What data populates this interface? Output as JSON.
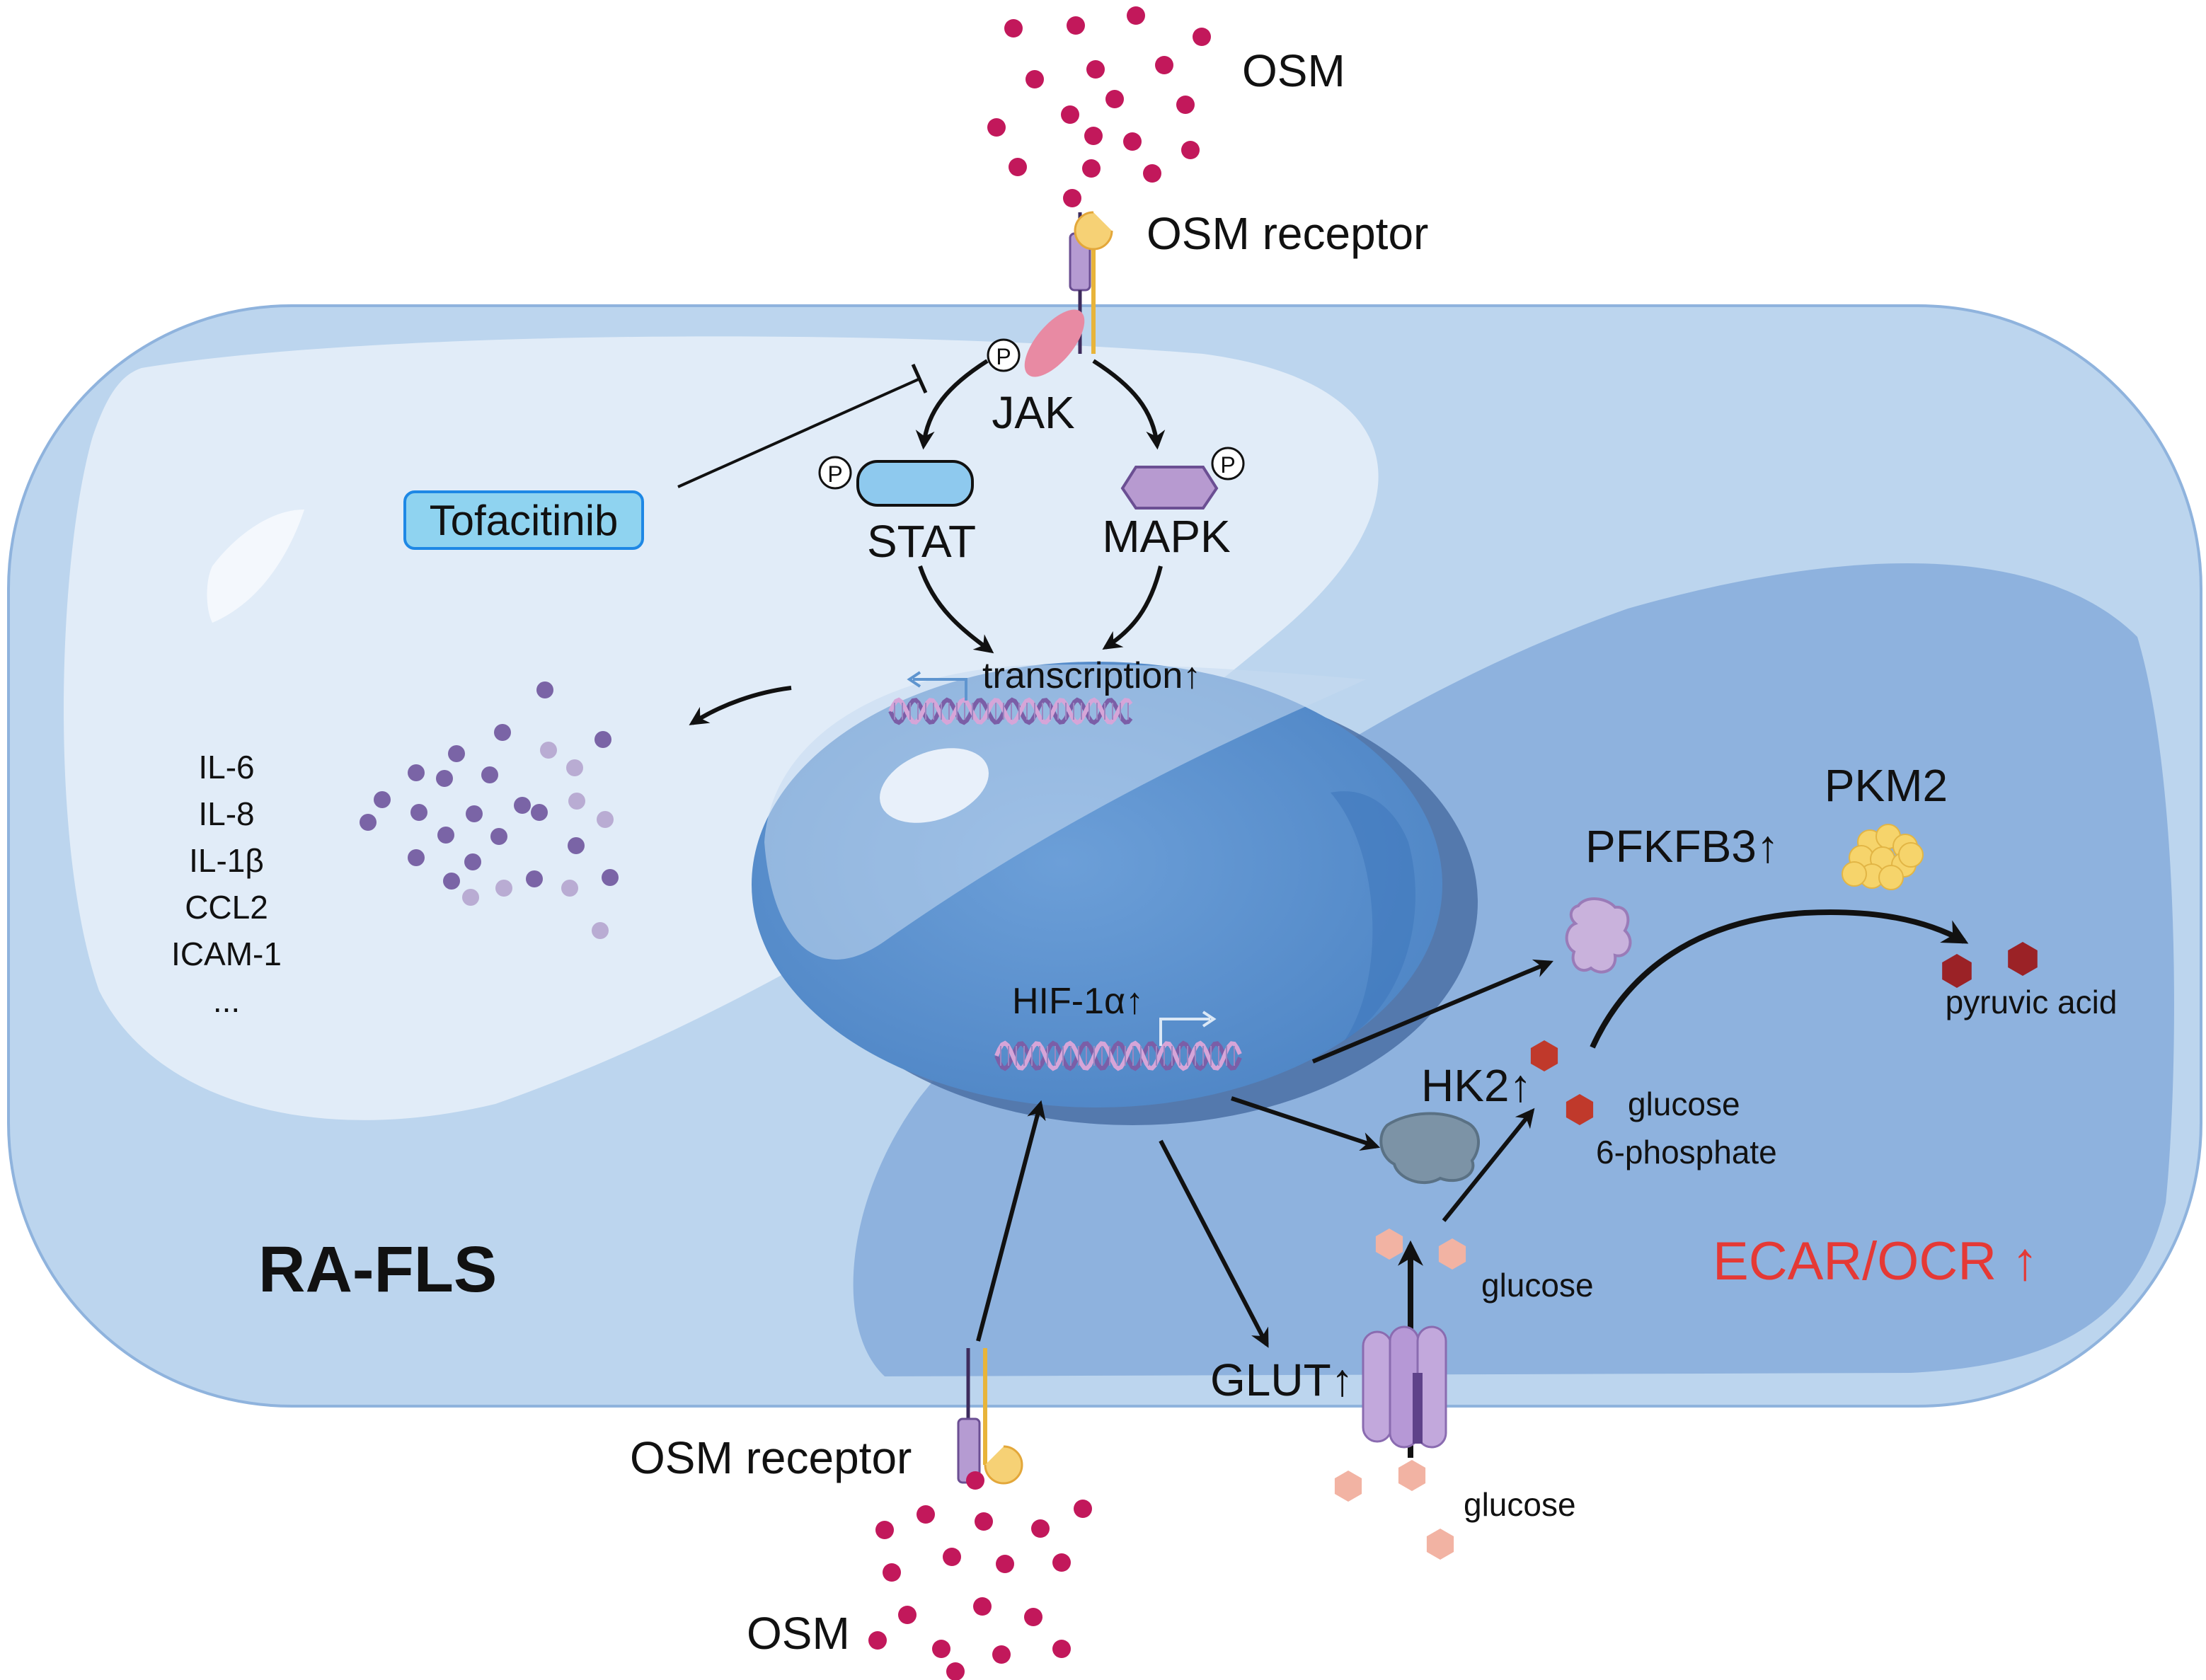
{
  "labels": {
    "osm_top": "OSM",
    "osm_receptor_top": "OSM receptor",
    "jak": "JAK",
    "tofacitinib": "Tofacitinib",
    "stat": "STAT",
    "mapk": "MAPK",
    "transcription": "transcription↑",
    "cytokines": [
      "IL-6",
      "IL-8",
      "IL-1β",
      "CCL2",
      "ICAM-1",
      "..."
    ],
    "pkm2": "PKM2",
    "pfkfb3": "PFKFB3↑",
    "hif": "HIF-1α↑",
    "hk2": "HK2↑",
    "g6p_line1": "glucose",
    "g6p_line2": "6-phosphate",
    "pyruvic": "pyruvic acid",
    "glucose_inside": "glucose",
    "ecar": "ECAR/OCR ↑",
    "ra_fls": "RA-FLS",
    "glut": "GLUT↑",
    "osm_receptor_bottom": "OSM receptor",
    "glucose_outside": "glucose",
    "osm_bottom": "OSM",
    "phospho": "P"
  },
  "colors": {
    "cell": "#bcd5ee",
    "cytoplasm_light": "#e3edf8",
    "cytoplasm_dark": "#8bb0dc",
    "nucleus": "#5f95cf",
    "osm_dot": "#c2185b",
    "ecar": "#e53935",
    "tofacitinib_fill": "#8fd3f0",
    "stat_fill": "#8ec9ee",
    "mapk_fill": "#b79ad0",
    "jak_fill": "#e88aa3",
    "cytokine_dot": "#7a64a6",
    "glucose": "#f2b3a3",
    "g6p": "#c0392b",
    "pyruvate": "#9b2226"
  },
  "icons": [
    "osm-ligand-icon",
    "receptor-icon",
    "jak-kinase-icon",
    "dna-helix-icon",
    "pfkfb3-protein-icon",
    "pkm2-protein-icon",
    "hk2-protein-icon",
    "glut-transporter-icon"
  ]
}
